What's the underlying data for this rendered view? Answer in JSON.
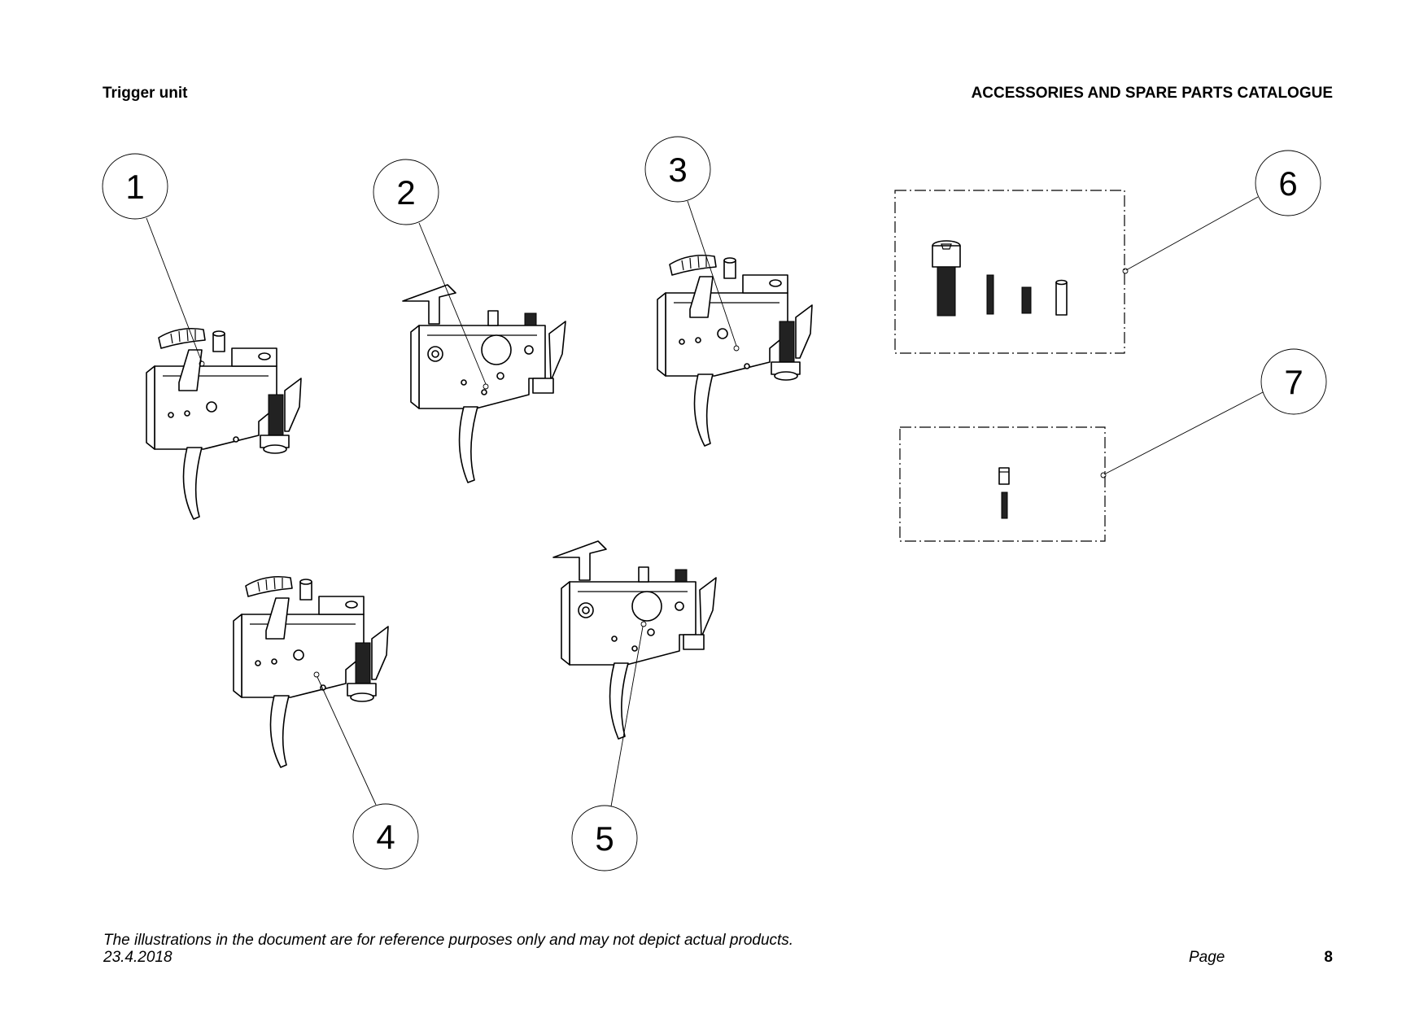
{
  "header": {
    "section_title": "Trigger unit",
    "catalogue_title": "ACCESSORIES AND SPARE PARTS CATALOGUE"
  },
  "callouts": [
    {
      "number": "1"
    },
    {
      "number": "2"
    },
    {
      "number": "3"
    },
    {
      "number": "4"
    },
    {
      "number": "5"
    },
    {
      "number": "6"
    },
    {
      "number": "7"
    }
  ],
  "footer": {
    "disclaimer": "The illustrations in the document are for reference purposes only and may not depict actual products.",
    "date": "23.4.2018",
    "page_label": "Page",
    "page_number": "8"
  }
}
